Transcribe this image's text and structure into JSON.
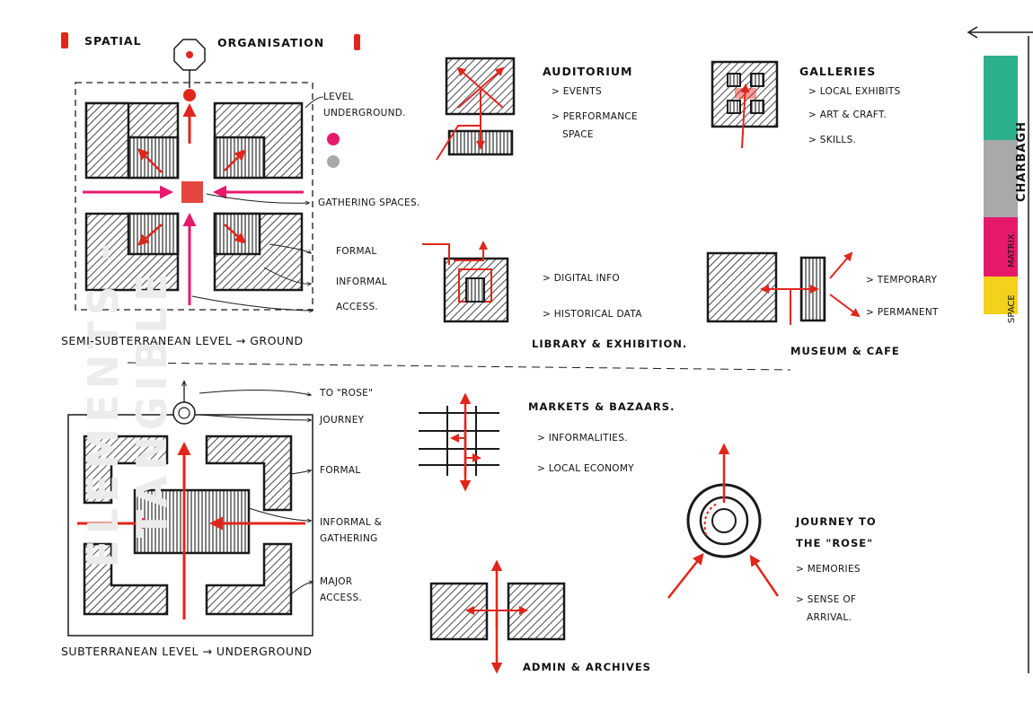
{
  "watermark": "ELEMENTS - TANGIBLE",
  "title": {
    "left": "SPATIAL",
    "right": "ORGANISATION"
  },
  "colors": {
    "red": "#e0261c",
    "pink": "#e6196b",
    "gray": "#a9a9a9",
    "green": "#2bb08b",
    "yellow": "#f2d21c",
    "ink": "#1a1a1a"
  },
  "upper_plan": {
    "labels": {
      "level": "LEVEL",
      "underground": "UNDERGROUND.",
      "gathering": "GATHERING SPACES.",
      "formal": "FORMAL",
      "informal": "INFORMAL",
      "access": "ACCESS."
    },
    "caption": "SEMI-SUBTERRANEAN LEVEL → GROUND"
  },
  "lower_plan": {
    "labels": {
      "to_rose": "TO \"ROSE\"",
      "journey": "JOURNEY",
      "formal": "FORMAL",
      "informal_1": "INFORMAL &",
      "informal_2": "GATHERING",
      "major_1": "MAJOR",
      "major_2": "ACCESS."
    },
    "caption": "SUBTERRANEAN LEVEL → UNDERGROUND"
  },
  "auditorium": {
    "title": "AUDITORIUM",
    "items": [
      "> EVENTS",
      "> PERFORMANCE",
      "SPACE"
    ]
  },
  "galleries": {
    "title": "GALLERIES",
    "items": [
      "> LOCAL EXHIBITS",
      "> ART & CRAFT.",
      "> SKILLS."
    ]
  },
  "library": {
    "items": [
      "> DIGITAL INFO",
      "> HISTORICAL DATA"
    ],
    "caption": "LIBRARY & EXHIBITION."
  },
  "museum": {
    "items": [
      "> TEMPORARY",
      "> PERMANENT"
    ],
    "caption": "MUSEUM & CAFE"
  },
  "markets": {
    "title": "MARKETS & BAZAARS.",
    "items": [
      "> INFORMALITIES.",
      "> LOCAL ECONOMY"
    ]
  },
  "rose": {
    "title_1": "JOURNEY TO",
    "title_2": "THE \"ROSE\"",
    "items": [
      "> MEMORIES",
      "> SENSE OF",
      "ARRIVAL."
    ]
  },
  "admin": {
    "caption": "ADMIN & ARCHIVES"
  },
  "legend": {
    "space": "SPACE",
    "matrix": "MATRIX.",
    "charbagh": "CHARBAGH"
  }
}
